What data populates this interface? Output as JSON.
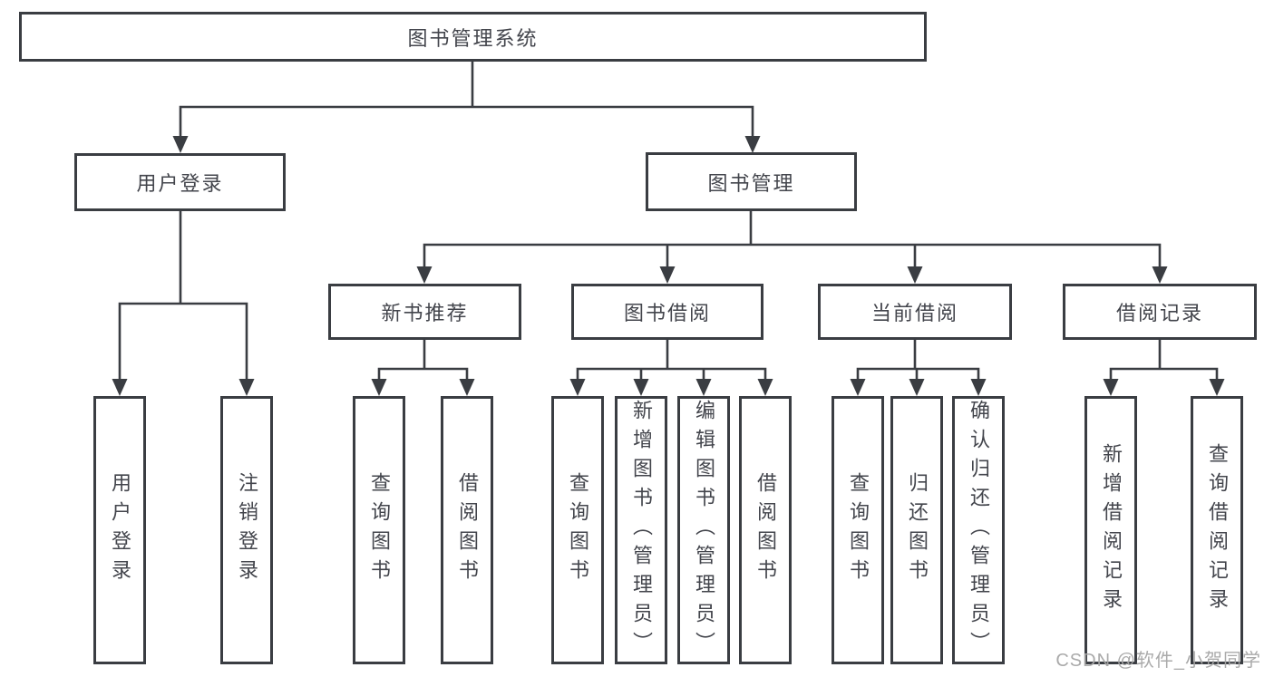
{
  "diagram": {
    "root": {
      "label": "图书管理系统"
    },
    "branches": [
      {
        "label": "用户登录",
        "children": [
          {
            "label": "用户登录"
          },
          {
            "label": "注销登录"
          }
        ]
      },
      {
        "label": "图书管理",
        "children": [
          {
            "label": "新书推荐",
            "children": [
              {
                "label": "查询图书"
              },
              {
                "label": "借阅图书"
              }
            ]
          },
          {
            "label": "图书借阅",
            "children": [
              {
                "label": "查询图书"
              },
              {
                "label": "新增图书（管理员）"
              },
              {
                "label": "编辑图书（管理员）"
              },
              {
                "label": "借阅图书"
              }
            ]
          },
          {
            "label": "当前借阅",
            "children": [
              {
                "label": "查询图书"
              },
              {
                "label": "归还图书"
              },
              {
                "label": "确认归还（管理员）"
              }
            ]
          },
          {
            "label": "借阅记录",
            "children": [
              {
                "label": "新增借阅记录"
              },
              {
                "label": "查询借阅记录"
              }
            ]
          }
        ]
      }
    ]
  },
  "watermark": "CSDN @软件_小贺同学",
  "colors": {
    "line": "#3a3d42",
    "text": "#43454c",
    "watermark": "#a5a5a5",
    "background": "#ffffff"
  }
}
